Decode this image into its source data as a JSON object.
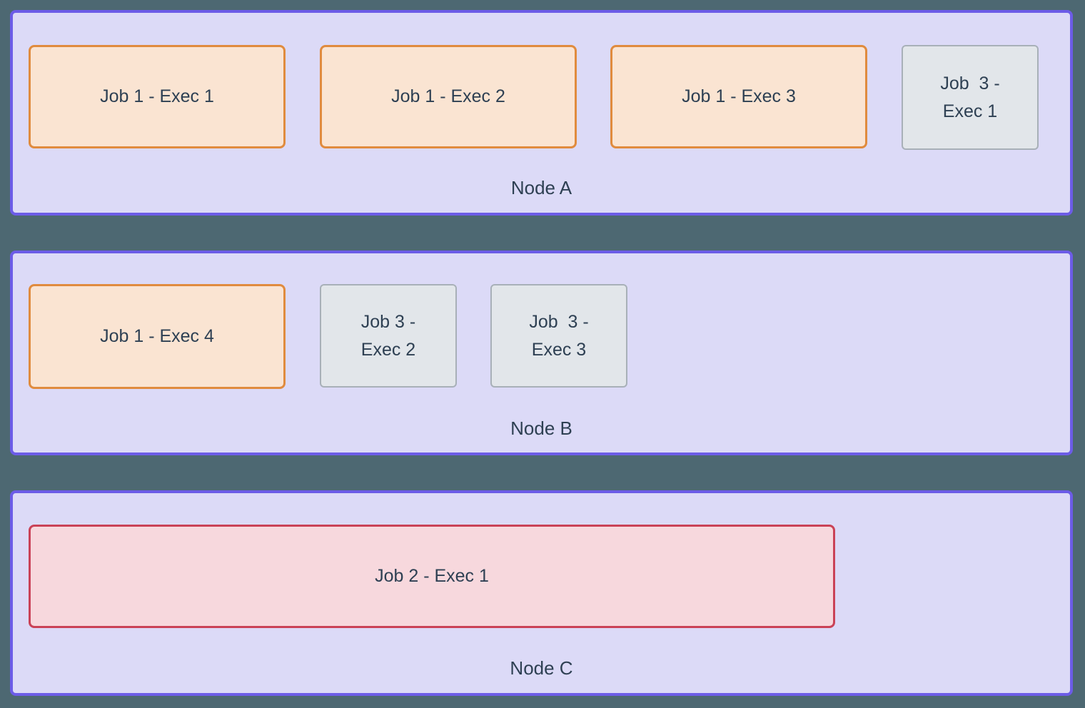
{
  "colors": {
    "background": "#4d6872",
    "node_fill": "#dcdaf7",
    "node_border": "#6c5ce7",
    "exec_orange_fill": "#fae4d2",
    "exec_orange_border": "#e08b3e",
    "exec_gray_fill": "#e2e6ea",
    "exec_gray_border": "#a8b0b8",
    "exec_pink_fill": "#f7d8dd",
    "exec_pink_border": "#ca4257",
    "text": "#2e4053"
  },
  "diagram": {
    "nodes": [
      {
        "label": "Node A",
        "executors": [
          {
            "label": "Job 1 - Exec 1",
            "job": "Job 1",
            "variant": "orange"
          },
          {
            "label": "Job 1 - Exec 2",
            "job": "Job 1",
            "variant": "orange"
          },
          {
            "label": "Job 1 - Exec 3",
            "job": "Job 1",
            "variant": "orange"
          },
          {
            "label": "Job  3 -\nExec 1",
            "job": "Job 3",
            "variant": "gray"
          }
        ]
      },
      {
        "label": "Node B",
        "executors": [
          {
            "label": "Job 1 - Exec 4",
            "job": "Job 1",
            "variant": "orange"
          },
          {
            "label": "Job 3 -\nExec 2",
            "job": "Job 3",
            "variant": "gray"
          },
          {
            "label": "Job  3 -\nExec 3",
            "job": "Job 3",
            "variant": "gray"
          }
        ]
      },
      {
        "label": "Node C",
        "executors": [
          {
            "label": "Job 2 - Exec 1",
            "job": "Job 2",
            "variant": "pink"
          }
        ]
      }
    ]
  }
}
